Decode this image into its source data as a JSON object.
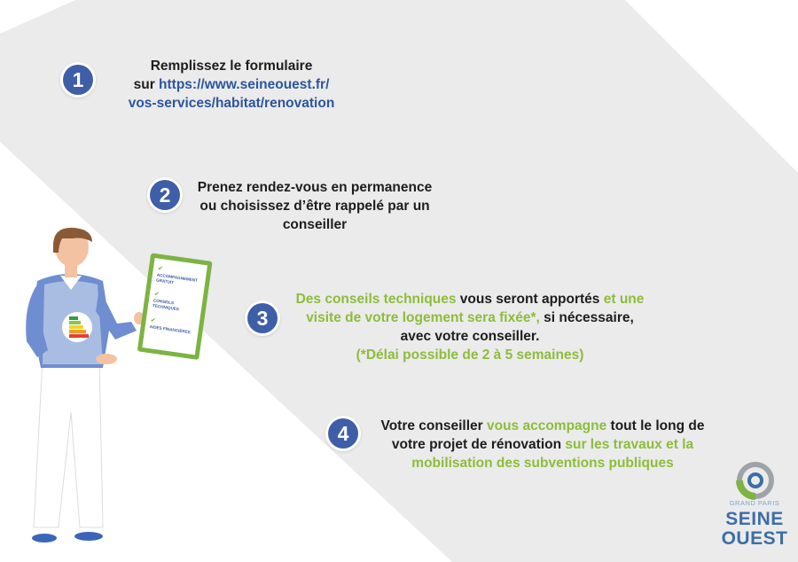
{
  "steps": [
    {
      "number": "1",
      "lines": [
        [
          {
            "t": "Remplissez le formulaire",
            "c": "dark"
          }
        ],
        [
          {
            "t": "sur ",
            "c": "dark"
          },
          {
            "t": "https://www.seineouest.fr/",
            "c": "link"
          }
        ],
        [
          {
            "t": "vos-services/habitat/renovation",
            "c": "link"
          }
        ]
      ]
    },
    {
      "number": "2",
      "lines": [
        [
          {
            "t": "Prenez rendez-vous en permanence",
            "c": "dark"
          }
        ],
        [
          {
            "t": "ou choisissez d’être rappelé par un",
            "c": "dark"
          }
        ],
        [
          {
            "t": "conseiller",
            "c": "dark"
          }
        ]
      ]
    },
    {
      "number": "3",
      "lines": [
        [
          {
            "t": "Des conseils techniques",
            "c": "green"
          },
          {
            "t": " vous seront apportés ",
            "c": "dark"
          },
          {
            "t": "et une",
            "c": "green"
          }
        ],
        [
          {
            "t": "visite de votre logement sera fixée*,",
            "c": "green"
          },
          {
            "t": " si nécessaire,",
            "c": "dark"
          }
        ],
        [
          {
            "t": "avec votre conseiller.",
            "c": "dark"
          }
        ],
        [
          {
            "t": "(*Délai possible de 2 à 5 semaines)",
            "c": "green"
          }
        ]
      ]
    },
    {
      "number": "4",
      "lines": [
        [
          {
            "t": "Votre conseiller ",
            "c": "dark"
          },
          {
            "t": "vous accompagne",
            "c": "green"
          },
          {
            "t": " tout le long de",
            "c": "dark"
          }
        ],
        [
          {
            "t": "votre projet de rénovation ",
            "c": "dark"
          },
          {
            "t": "sur les travaux et la",
            "c": "green"
          }
        ],
        [
          {
            "t": "mobilisation des subventions publiques",
            "c": "green"
          }
        ]
      ]
    }
  ],
  "checklist": [
    {
      "line1": "ACCOMPAGNEMENT",
      "line2": "GRATUIT"
    },
    {
      "line1": "CONSEILS",
      "line2": "TECHNIQUES"
    },
    {
      "line1": "AIDES FINANCIÈRES",
      "line2": ""
    }
  ],
  "logo": {
    "small": "GRAND PARIS",
    "line1": "SEINE",
    "line2": "OUEST"
  },
  "colors": {
    "badge": "#3f5ea8",
    "dark_text": "#1d1d1d",
    "link": "#2b56a0",
    "green": "#8cbd3a",
    "band": "#ebebeb"
  },
  "icons": {
    "checklist": "check-icon",
    "badge": "energy-label-icon",
    "logo_mark": "seine-ouest-logo-icon"
  }
}
